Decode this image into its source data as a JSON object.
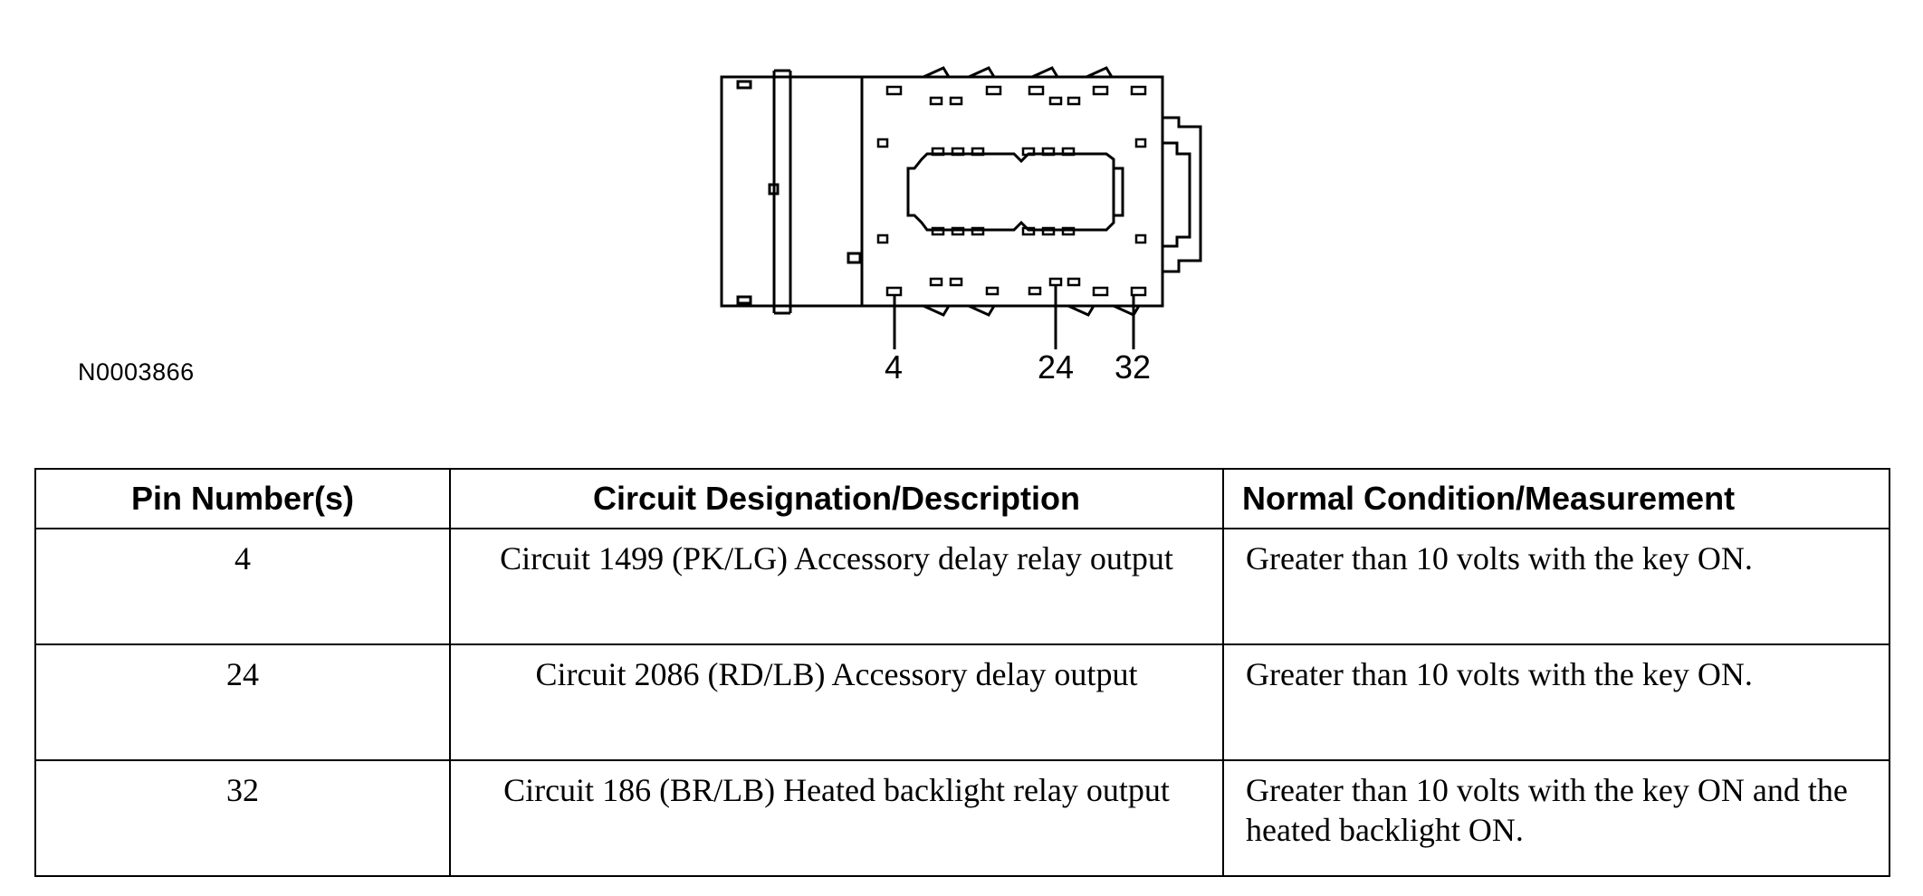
{
  "figure": {
    "id": "N0003866",
    "pin_callouts": [
      "4",
      "24",
      "32"
    ]
  },
  "table": {
    "headers": [
      "Pin Number(s)",
      "Circuit Designation/Description",
      "Normal Condition/Measurement"
    ],
    "rows": [
      [
        "4",
        "Circuit 1499 (PK/LG) Accessory delay relay output",
        "Greater than 10 volts with the key ON."
      ],
      [
        "24",
        "Circuit 2086 (RD/LB) Accessory delay output",
        "Greater than 10 volts with the key ON."
      ],
      [
        "32",
        "Circuit 186 (BR/LB) Heated backlight relay output",
        "Greater than 10 volts with the key ON and the heated backlight ON."
      ]
    ]
  }
}
